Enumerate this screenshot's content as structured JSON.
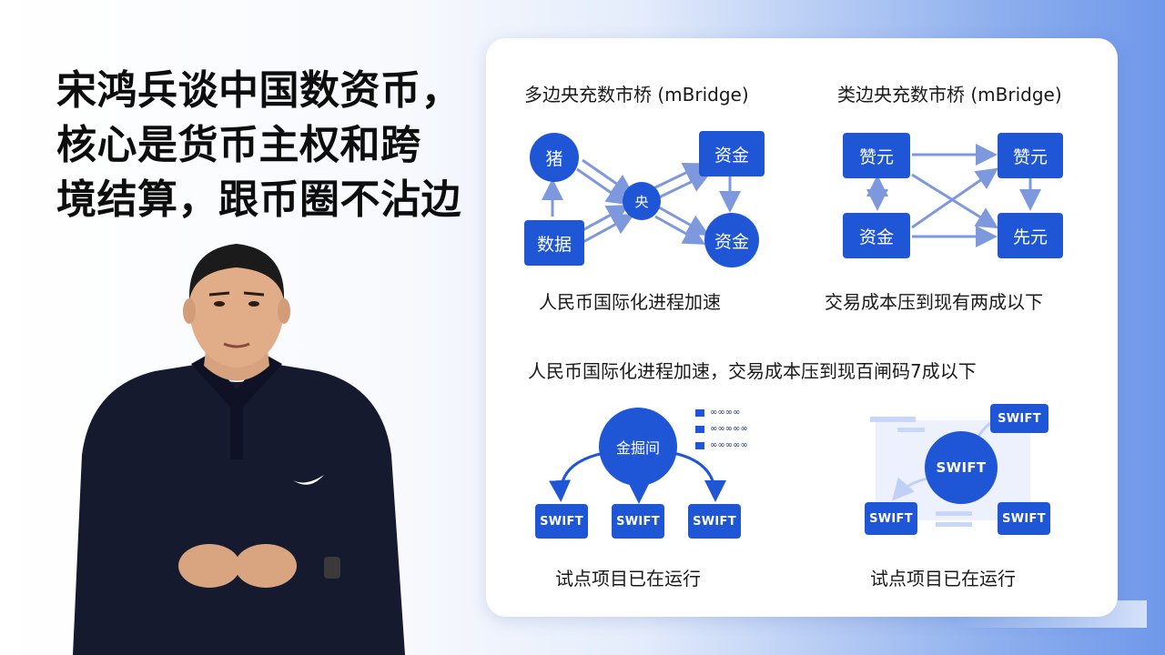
{
  "headline": {
    "lines": [
      "宋鸿兵谈中国数资币，",
      "核心是货币主权和跨",
      "境结算，跟币圈不沾边"
    ]
  },
  "infographic": {
    "left_title": "多边央充数市桥 (mBridge)",
    "right_title": "类边央充数市桥 (mBridge)",
    "left_diagram": {
      "node_top_left": "猪",
      "node_center": "央",
      "node_bottom_left": "数据",
      "node_top_right": "资金",
      "node_bottom_right": "资金"
    },
    "right_diagram": {
      "node_top_left": "赞元",
      "node_top_right": "赞元",
      "node_bottom_left": "资金",
      "node_bottom_right": "先元"
    },
    "caption_left": "人民币国际化进程加速",
    "caption_right": "交易成本压到现有两成以下",
    "middle_caption": "人民币国际化进程加速，交易成本压到现百闸码7成以下",
    "bottom_left": {
      "center_node": "金掘间",
      "legend": [
        "∞∞∞∞",
        "∞∞∞∞∞",
        "∞∞∞∞∞"
      ],
      "swift_nodes": [
        "SWIFT",
        "SWIFT",
        "SWIFT"
      ],
      "caption": "试点项目已在运行"
    },
    "bottom_right": {
      "center_node": "SWIFT",
      "swift_top": "SWIFT",
      "swift_bottom_left": "SWIFT",
      "swift_bottom_right": "SWIFT",
      "caption": "试点项目已在运行"
    }
  },
  "colors": {
    "accent": "#1f56d6",
    "arrow": "#7d98dc",
    "shirt": "#161a2e"
  },
  "presenter": {
    "shirt_logo": "swoosh-icon"
  }
}
